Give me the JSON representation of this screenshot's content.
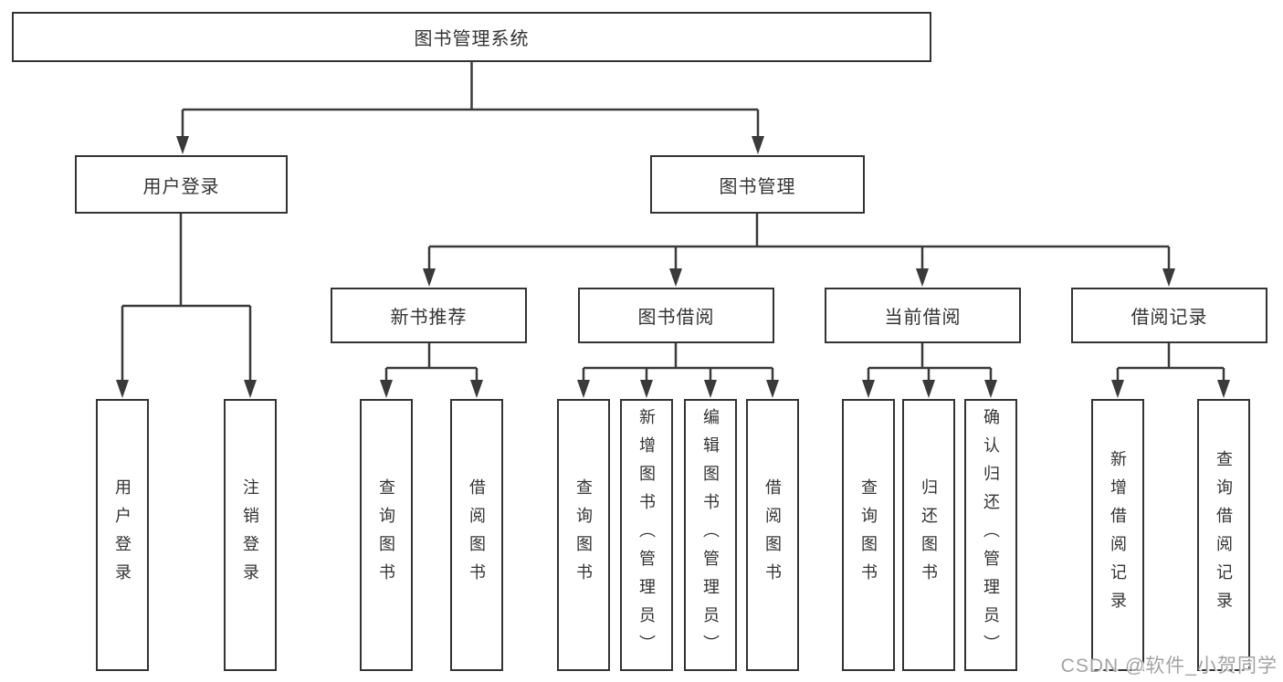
{
  "diagram": {
    "title": "图书管理系统",
    "level2": [
      {
        "label": "用户登录"
      },
      {
        "label": "图书管理"
      }
    ],
    "level3": [
      {
        "label": "新书推荐"
      },
      {
        "label": "图书借阅"
      },
      {
        "label": "当前借阅"
      },
      {
        "label": "借阅记录"
      }
    ],
    "leaves": [
      {
        "label": "用户登录",
        "parent": "用户登录"
      },
      {
        "label": "注销登录",
        "parent": "用户登录"
      },
      {
        "label": "查询图书",
        "parent": "新书推荐"
      },
      {
        "label": "借阅图书",
        "parent": "新书推荐"
      },
      {
        "label": "查询图书",
        "parent": "图书借阅"
      },
      {
        "label": "新增图书（管理员）",
        "parent": "图书借阅"
      },
      {
        "label": "编辑图书（管理员）",
        "parent": "图书借阅"
      },
      {
        "label": "借阅图书",
        "parent": "图书借阅"
      },
      {
        "label": "查询图书",
        "parent": "当前借阅"
      },
      {
        "label": "归还图书",
        "parent": "当前借阅"
      },
      {
        "label": "确认归还（管理员）",
        "parent": "当前借阅"
      },
      {
        "label": "新增借阅记录",
        "parent": "借阅记录"
      },
      {
        "label": "查询借阅记录",
        "parent": "借阅记录"
      }
    ]
  },
  "watermark": "CSDN @软件_小贺同学",
  "colors": {
    "line": "#3a3a3a",
    "text": "#333333",
    "background": "#ffffff",
    "watermark": "#a3a3a3"
  }
}
